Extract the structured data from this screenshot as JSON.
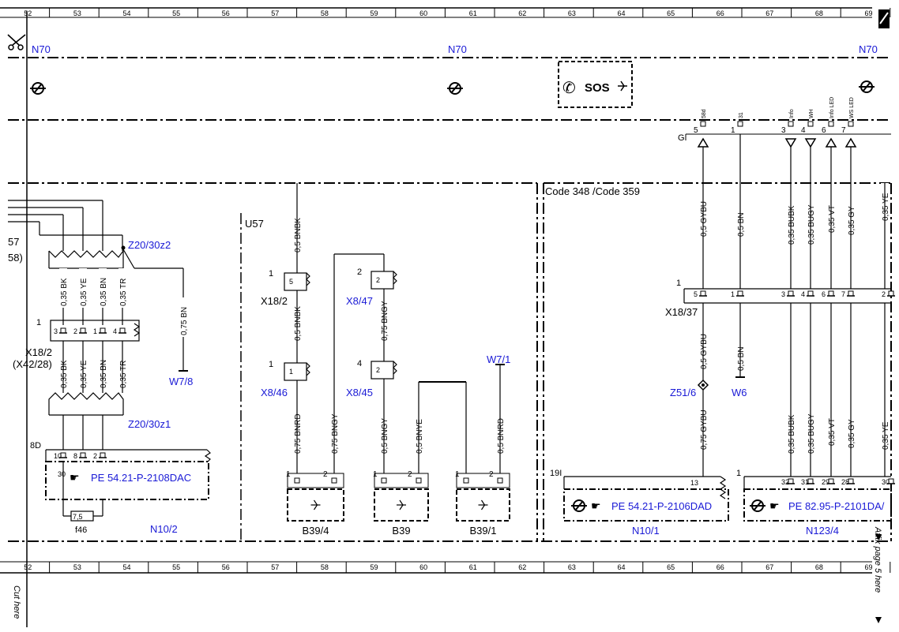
{
  "scale": {
    "top_cols": [
      "52",
      "53",
      "54",
      "55",
      "56",
      "57",
      "58",
      "59",
      "60",
      "61",
      "62",
      "63",
      "64",
      "65",
      "66",
      "67",
      "68",
      "69"
    ],
    "bottom_cols": [
      "52",
      "53",
      "54",
      "55",
      "56",
      "57",
      "58",
      "59",
      "60",
      "61",
      "62",
      "63",
      "64",
      "65",
      "66",
      "67",
      "68",
      "69"
    ]
  },
  "n70": {
    "left": "N70",
    "center": "N70",
    "right": "N70"
  },
  "sos": "SOS",
  "code_label": "Code 348 /Code 359",
  "u57": "U57",
  "g_label": "G",
  "top_pins": {
    "labels": [
      "58d",
      "31",
      "Info",
      "WH",
      "Info LED",
      "WS LED"
    ],
    "nums": [
      "5",
      "1",
      "3",
      "4",
      "6",
      "7"
    ]
  },
  "left_frag": {
    "a": "57",
    "b": "58)"
  },
  "z20_30z2": "Z20/30z2",
  "z20_30z1": "Z20/30z1",
  "w7_8": "W7/8",
  "w7_1": "W7/1",
  "w6": "W6",
  "z51_6": "Z51/6",
  "x18_2a": "X18/2",
  "x18_2b": "X18/2",
  "x42_28": "(X42/28)",
  "x18_37": "X18/37",
  "x8_47": "X8/47",
  "x8_46": "X8/46",
  "x8_45": "X8/45",
  "wires": {
    "w035bk": "0,35 BK",
    "w035ye": "0,35 YE",
    "w035bn": "0,35 BN",
    "w035tr": "0,35 TR",
    "w075bn": "0,75 BN",
    "w05bnbk": "0,5 BNBK",
    "w075bngy": "0,75 BNGY",
    "w075bnrd": "0,75 BNRD",
    "w05bngy": "0,5 BNGY",
    "w05bnye": "0,5 BNYE",
    "w05bnrd": "0,5 BNRD",
    "w05gybu": "0,5 GYBU",
    "w05bn": "0,5 BN",
    "w035bubk": "0,35 BUBK",
    "w035bugy": "0,35 BUGY",
    "w035vt": "0,35 VT",
    "w035gy": "0,35 GY",
    "w075gybu": "0,75 GYBU"
  },
  "connector_nums": {
    "x18_2_pins": [
      "3",
      "2",
      "1",
      "4"
    ],
    "n10_2_pins": [
      "10",
      "8",
      "2"
    ],
    "n10_2_30": "30",
    "d8": "8D",
    "x18_37_pins": [
      "5",
      "1",
      "3",
      "4",
      "6",
      "7",
      "2"
    ],
    "n10_1_19": "19I",
    "n10_1_13": "13",
    "n123_pins": [
      "32",
      "31",
      "29",
      "28",
      "30"
    ],
    "one": "1",
    "two": "2",
    "four": "4"
  },
  "fuse": {
    "value": "7,5",
    "name": "f46"
  },
  "modules": {
    "n10_2": {
      "name": "N10/2",
      "ref": "PE 54.21-P-2108DAC"
    },
    "n10_1": {
      "name": "N10/1",
      "ref": "PE 54.21-P-2106DAD"
    },
    "n123_4": {
      "name": "N123/4",
      "ref": "PE 82.95-P-2101DA/"
    }
  },
  "sensors": [
    "B39/4",
    "B39",
    "B39/1"
  ],
  "margin_text": {
    "cut": "Cut here",
    "affix": "Affix page 5 here"
  }
}
